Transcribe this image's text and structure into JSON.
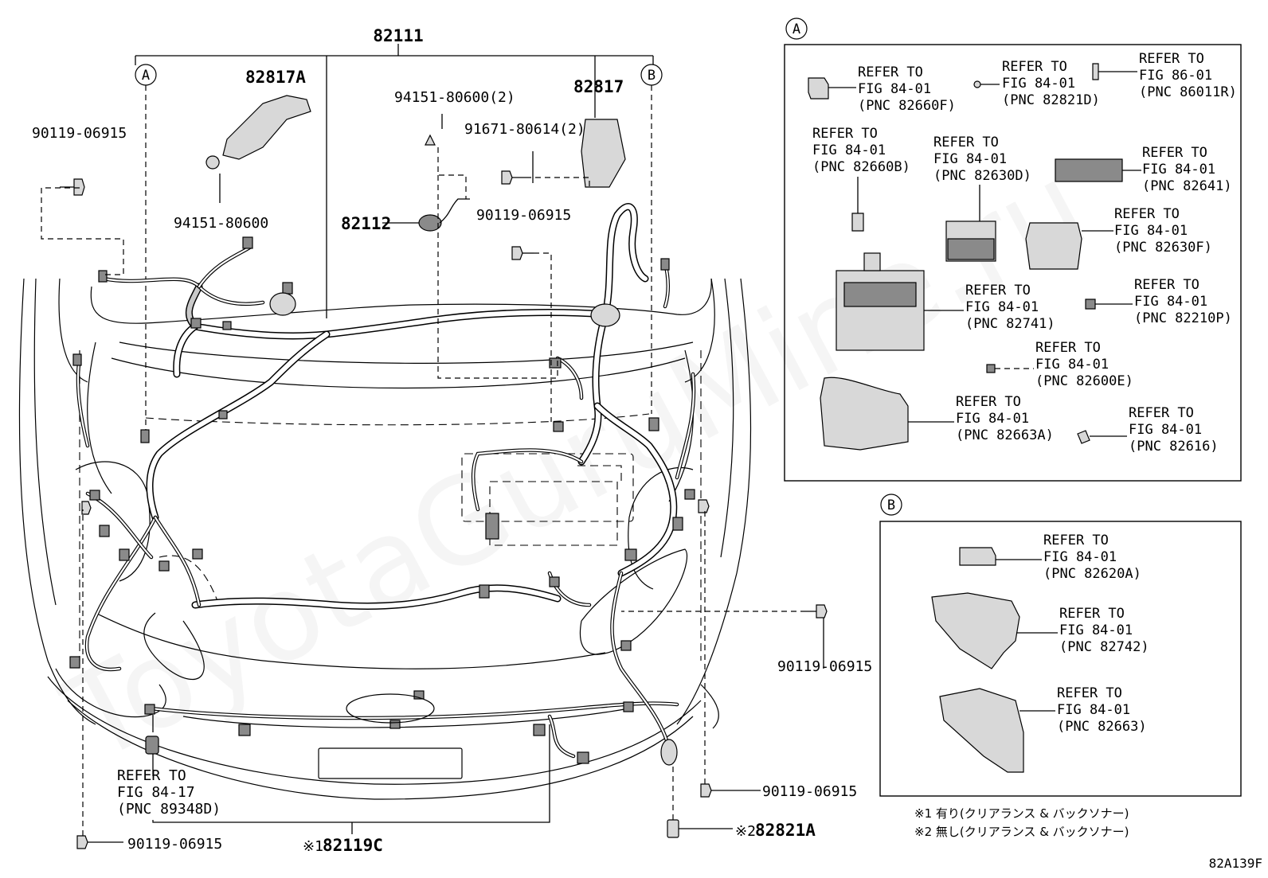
{
  "watermark": "ToyotaGuruMine.ru",
  "diagram_code": "82A139F",
  "callout_letters": {
    "a": "A",
    "b": "B"
  },
  "parts": {
    "main_harness": "82111",
    "bracket_a": "82817A",
    "bracket": "82817",
    "sub_harness": "82112",
    "front_harness": "82119C",
    "front_harness_prefix": "※1",
    "connector": "82821A",
    "connector_prefix": "※2",
    "clip_94151_2": "94151-80600(2)",
    "clip_94151": "94151-80600",
    "bolt_91671": "91671-80614(2)",
    "bolt_top_left": "90119-06915",
    "bolt_center": "90119-06915",
    "bolt_right": "90119-06915",
    "bolt_bottom_right": "90119-06915",
    "bolt_bottom_left": "90119-06915"
  },
  "refer_front": {
    "l1": "REFER TO",
    "l2": "FIG 84-17",
    "l3": "(PNC 89348D)"
  },
  "box_a_refs": [
    {
      "l1": "REFER TO",
      "l2": "FIG 84-01",
      "l3": "(PNC 82660F)"
    },
    {
      "l1": "REFER TO",
      "l2": "FIG 84-01",
      "l3": "(PNC 82821D)"
    },
    {
      "l1": "REFER TO",
      "l2": "FIG 86-01",
      "l3": "(PNC 86011R)"
    },
    {
      "l1": "REFER TO",
      "l2": "FIG 84-01",
      "l3": "(PNC 82660B)"
    },
    {
      "l1": "REFER TO",
      "l2": "FIG 84-01",
      "l3": "(PNC 82630D)"
    },
    {
      "l1": "REFER TO",
      "l2": "FIG 84-01",
      "l3": "(PNC 82641)"
    },
    {
      "l1": "REFER TO",
      "l2": "FIG 84-01",
      "l3": "(PNC 82630F)"
    },
    {
      "l1": "REFER TO",
      "l2": "FIG 84-01",
      "l3": "(PNC 82741)"
    },
    {
      "l1": "REFER TO",
      "l2": "FIG 84-01",
      "l3": "(PNC 82210P)"
    },
    {
      "l1": "REFER TO",
      "l2": "FIG 84-01",
      "l3": "(PNC 82600E)"
    },
    {
      "l1": "REFER TO",
      "l2": "FIG 84-01",
      "l3": "(PNC 82663A)"
    },
    {
      "l1": "REFER TO",
      "l2": "FIG 84-01",
      "l3": "(PNC 82616)"
    }
  ],
  "box_b_refs": [
    {
      "l1": "REFER TO",
      "l2": "FIG 84-01",
      "l3": "(PNC 82620A)"
    },
    {
      "l1": "REFER TO",
      "l2": "FIG 84-01",
      "l3": "(PNC 82742)"
    },
    {
      "l1": "REFER TO",
      "l2": "FIG 84-01",
      "l3": "(PNC 82663)"
    }
  ],
  "notes": [
    "※1 有り(クリアランス & バックソナー)",
    "※2 無し(クリアランス & バックソナー)"
  ]
}
